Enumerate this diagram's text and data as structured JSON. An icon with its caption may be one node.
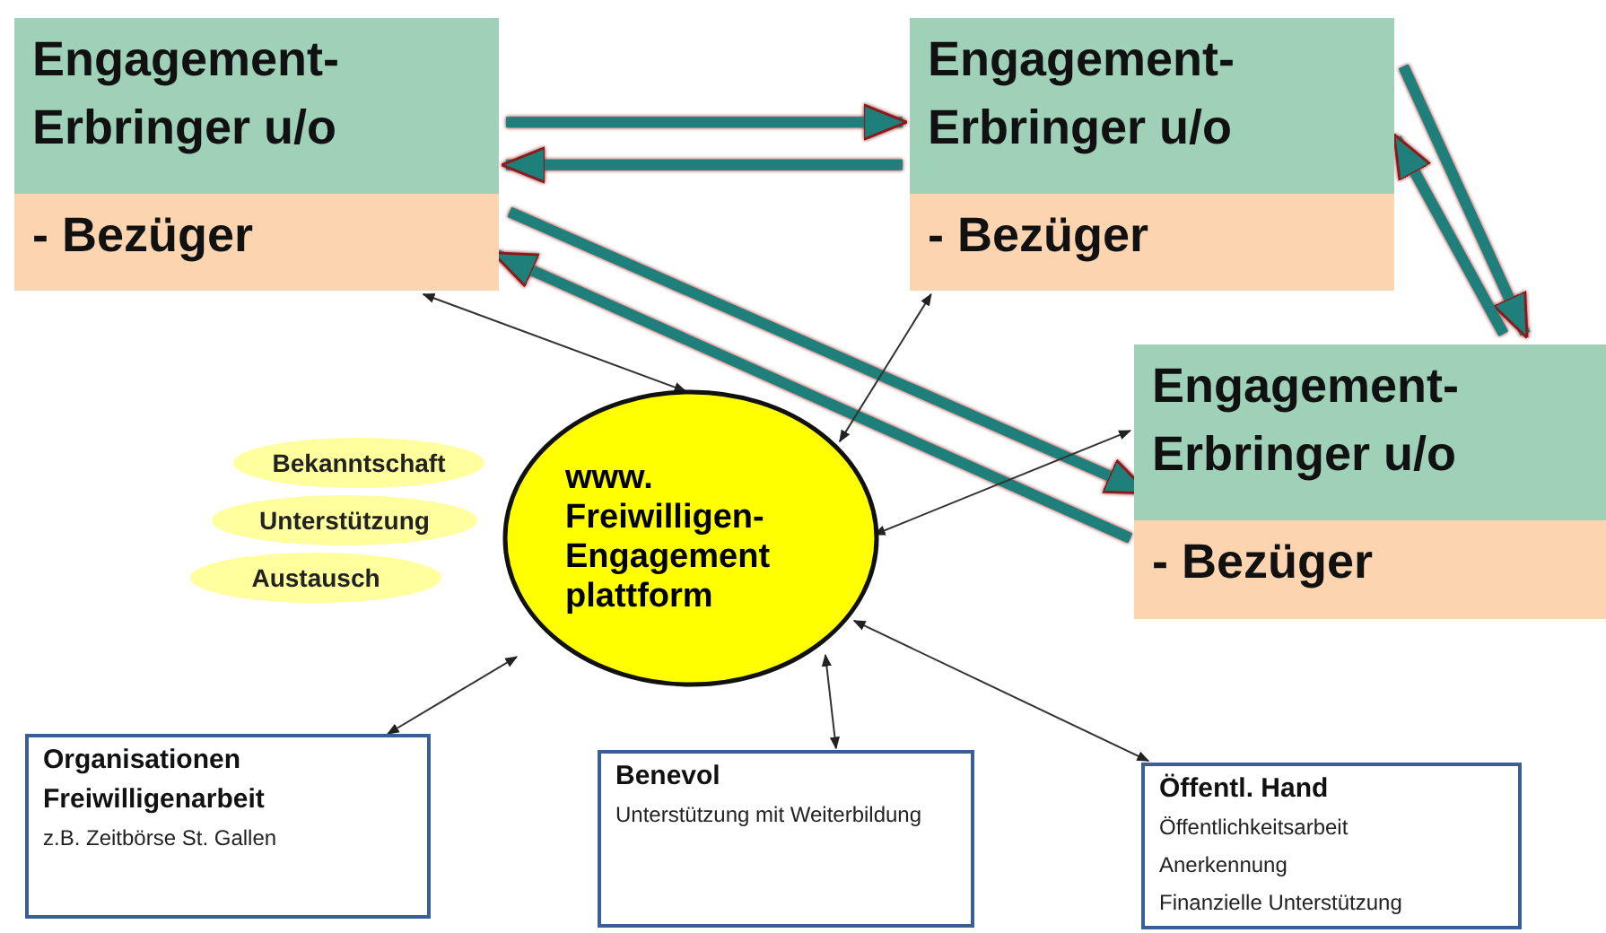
{
  "diagram": {
    "nodes": [
      {
        "text": [
          "Engagement- Erbringer u/o",
          "- Bezüger"
        ]
      },
      {
        "text": [
          "Engagement- Erbringer u/o",
          "- Bezüger"
        ]
      },
      {
        "text": [
          "Engagement- Erbringer u/o",
          "- Bezüger"
        ]
      },
      {
        "text": [
          "Bekanntschaft"
        ]
      },
      {
        "text": [
          "Unterstützung"
        ]
      },
      {
        "text": [
          "Austausch"
        ]
      },
      {
        "text": [
          "www. Freiwilligen-Engagement plattform"
        ]
      },
      {
        "text": [
          "Organisationen Freiwilligenarbeit",
          "z.B. Zeitbörse St. Gallen"
        ]
      },
      {
        "text": [
          "Benevol",
          "Unterstützung mit Weiterbildung"
        ]
      },
      {
        "text": [
          "Öffentl. Hand",
          "Öffentlichkeitsarbeit",
          "Anerkennung",
          "Finanzielle Unterstützung"
        ]
      }
    ],
    "edges": [
      {
        "from": 0,
        "to": 1,
        "arrow": "to",
        "style": "thick",
        "color": "#1f7f7a"
      },
      {
        "from": 1,
        "to": 0,
        "arrow": "to",
        "style": "thick",
        "color": "#1f7f7a"
      },
      {
        "from": 0,
        "to": 2,
        "arrow": "to",
        "style": "thick",
        "color": "#1f7f7a"
      },
      {
        "from": 2,
        "to": 0,
        "arrow": "to",
        "style": "thick",
        "color": "#1f7f7a"
      },
      {
        "from": 1,
        "to": 2,
        "arrow": "to",
        "style": "thick",
        "color": "#1f7f7a"
      },
      {
        "from": 2,
        "to": 1,
        "arrow": "to",
        "style": "thick",
        "color": "#1f7f7a"
      },
      {
        "from": 6,
        "to": 0,
        "arrow": "both"
      },
      {
        "from": 6,
        "to": 1,
        "arrow": "both"
      },
      {
        "from": 6,
        "to": 2,
        "arrow": "both"
      },
      {
        "from": 6,
        "to": 7,
        "arrow": "both"
      },
      {
        "from": 6,
        "to": 8,
        "arrow": "both"
      },
      {
        "from": 6,
        "to": 9,
        "arrow": "both"
      }
    ]
  }
}
